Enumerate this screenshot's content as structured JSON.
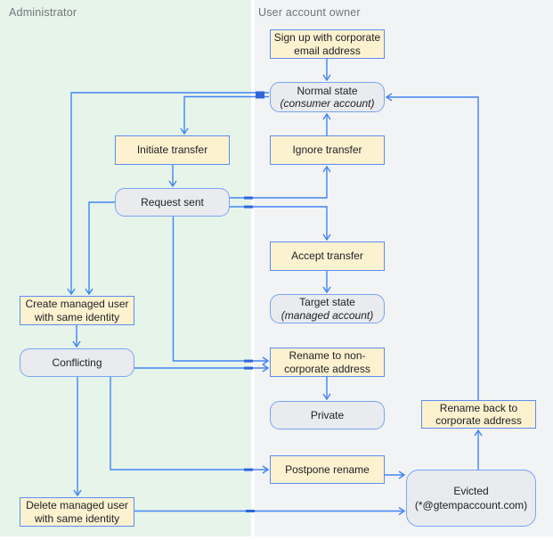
{
  "lanes": {
    "left": {
      "label": "Administrator"
    },
    "right": {
      "label": "User account owner"
    }
  },
  "colors": {
    "lane_left_bg": "#e6f4ea",
    "lane_right_bg": "#f1f3f4",
    "lane_label_color": "#70757a",
    "action_fill": "#fdf2d0",
    "action_border": "#5b8def",
    "state_fill": "#e9ebee",
    "state_border": "#78a4f2",
    "arrow_color": "#4285f4",
    "bridge_color": "#2e66d9",
    "node_text_color": "#202124"
  },
  "nodes": {
    "signup": {
      "type": "action",
      "lines": [
        "Sign up with corporate",
        "email address"
      ]
    },
    "normal": {
      "type": "state",
      "lines": [
        "Normal state",
        "(consumer account)"
      ]
    },
    "initiate": {
      "type": "action",
      "lines": [
        "Initiate transfer"
      ]
    },
    "ignore": {
      "type": "action",
      "lines": [
        "Ignore transfer"
      ]
    },
    "request": {
      "type": "state",
      "lines": [
        "Request sent"
      ]
    },
    "accept": {
      "type": "action",
      "lines": [
        "Accept transfer"
      ]
    },
    "target": {
      "type": "state",
      "lines": [
        "Target state",
        "(managed account)"
      ]
    },
    "create": {
      "type": "action",
      "lines": [
        "Create managed user",
        "with same identity"
      ]
    },
    "conflicting": {
      "type": "state",
      "lines": [
        "Conflicting"
      ]
    },
    "rename_non": {
      "type": "action",
      "lines": [
        "Rename to non-",
        "corporate address"
      ]
    },
    "private": {
      "type": "state",
      "lines": [
        "Private"
      ]
    },
    "rename_back": {
      "type": "action",
      "lines": [
        "Rename back to",
        "corporate address"
      ]
    },
    "postpone": {
      "type": "action",
      "lines": [
        "Postpone rename"
      ]
    },
    "evicted": {
      "type": "state",
      "lines": [
        "Evicted",
        "(*@gtempaccount.com)"
      ]
    },
    "delete": {
      "type": "action",
      "lines": [
        "Delete managed user",
        "with same identity"
      ]
    }
  },
  "edges": [
    {
      "from": "signup",
      "to": "normal"
    },
    {
      "from": "ignore",
      "to": "normal"
    },
    {
      "from": "normal",
      "to": "create"
    },
    {
      "from": "normal",
      "to": "initiate"
    },
    {
      "from": "initiate",
      "to": "request"
    },
    {
      "from": "request",
      "to": "ignore"
    },
    {
      "from": "request",
      "to": "accept"
    },
    {
      "from": "accept",
      "to": "target"
    },
    {
      "from": "request",
      "to": "create"
    },
    {
      "from": "request",
      "to": "rename_non"
    },
    {
      "from": "create",
      "to": "conflicting"
    },
    {
      "from": "conflicting",
      "to": "rename_non"
    },
    {
      "from": "rename_non",
      "to": "private"
    },
    {
      "from": "conflicting",
      "to": "delete"
    },
    {
      "from": "conflicting",
      "to": "postpone"
    },
    {
      "from": "postpone",
      "to": "evicted"
    },
    {
      "from": "delete",
      "to": "evicted"
    },
    {
      "from": "evicted",
      "to": "rename_back"
    },
    {
      "from": "rename_back",
      "to": "normal"
    }
  ]
}
